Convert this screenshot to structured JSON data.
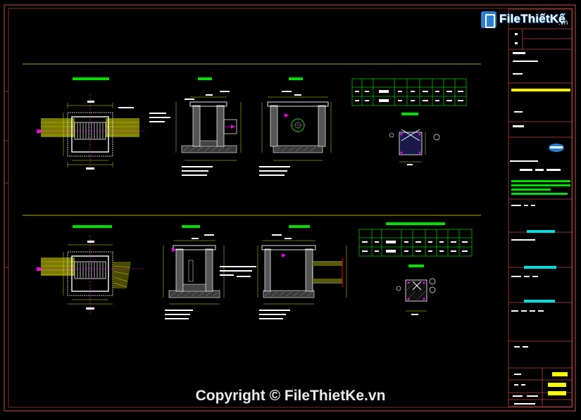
{
  "logo": {
    "brand": "FileThiếtKế",
    "suffix": ".vn"
  },
  "watermark": {
    "copyright": "Copyright © FileThietKe.vn"
  },
  "colors": {
    "frame": "#c0504d",
    "title_block": "#c0404a",
    "guide_line": "#e6e600",
    "heading": "#00e000",
    "dimension": "#e0e000",
    "hatch": "#c8c800",
    "green_table": "#00c000",
    "cyan_bar": "#00e0e0",
    "magenta": "#ff00ff",
    "highlight": "#ffff00",
    "logo_blue": "#2a7fd0"
  },
  "icons": [
    "logo-icon"
  ]
}
